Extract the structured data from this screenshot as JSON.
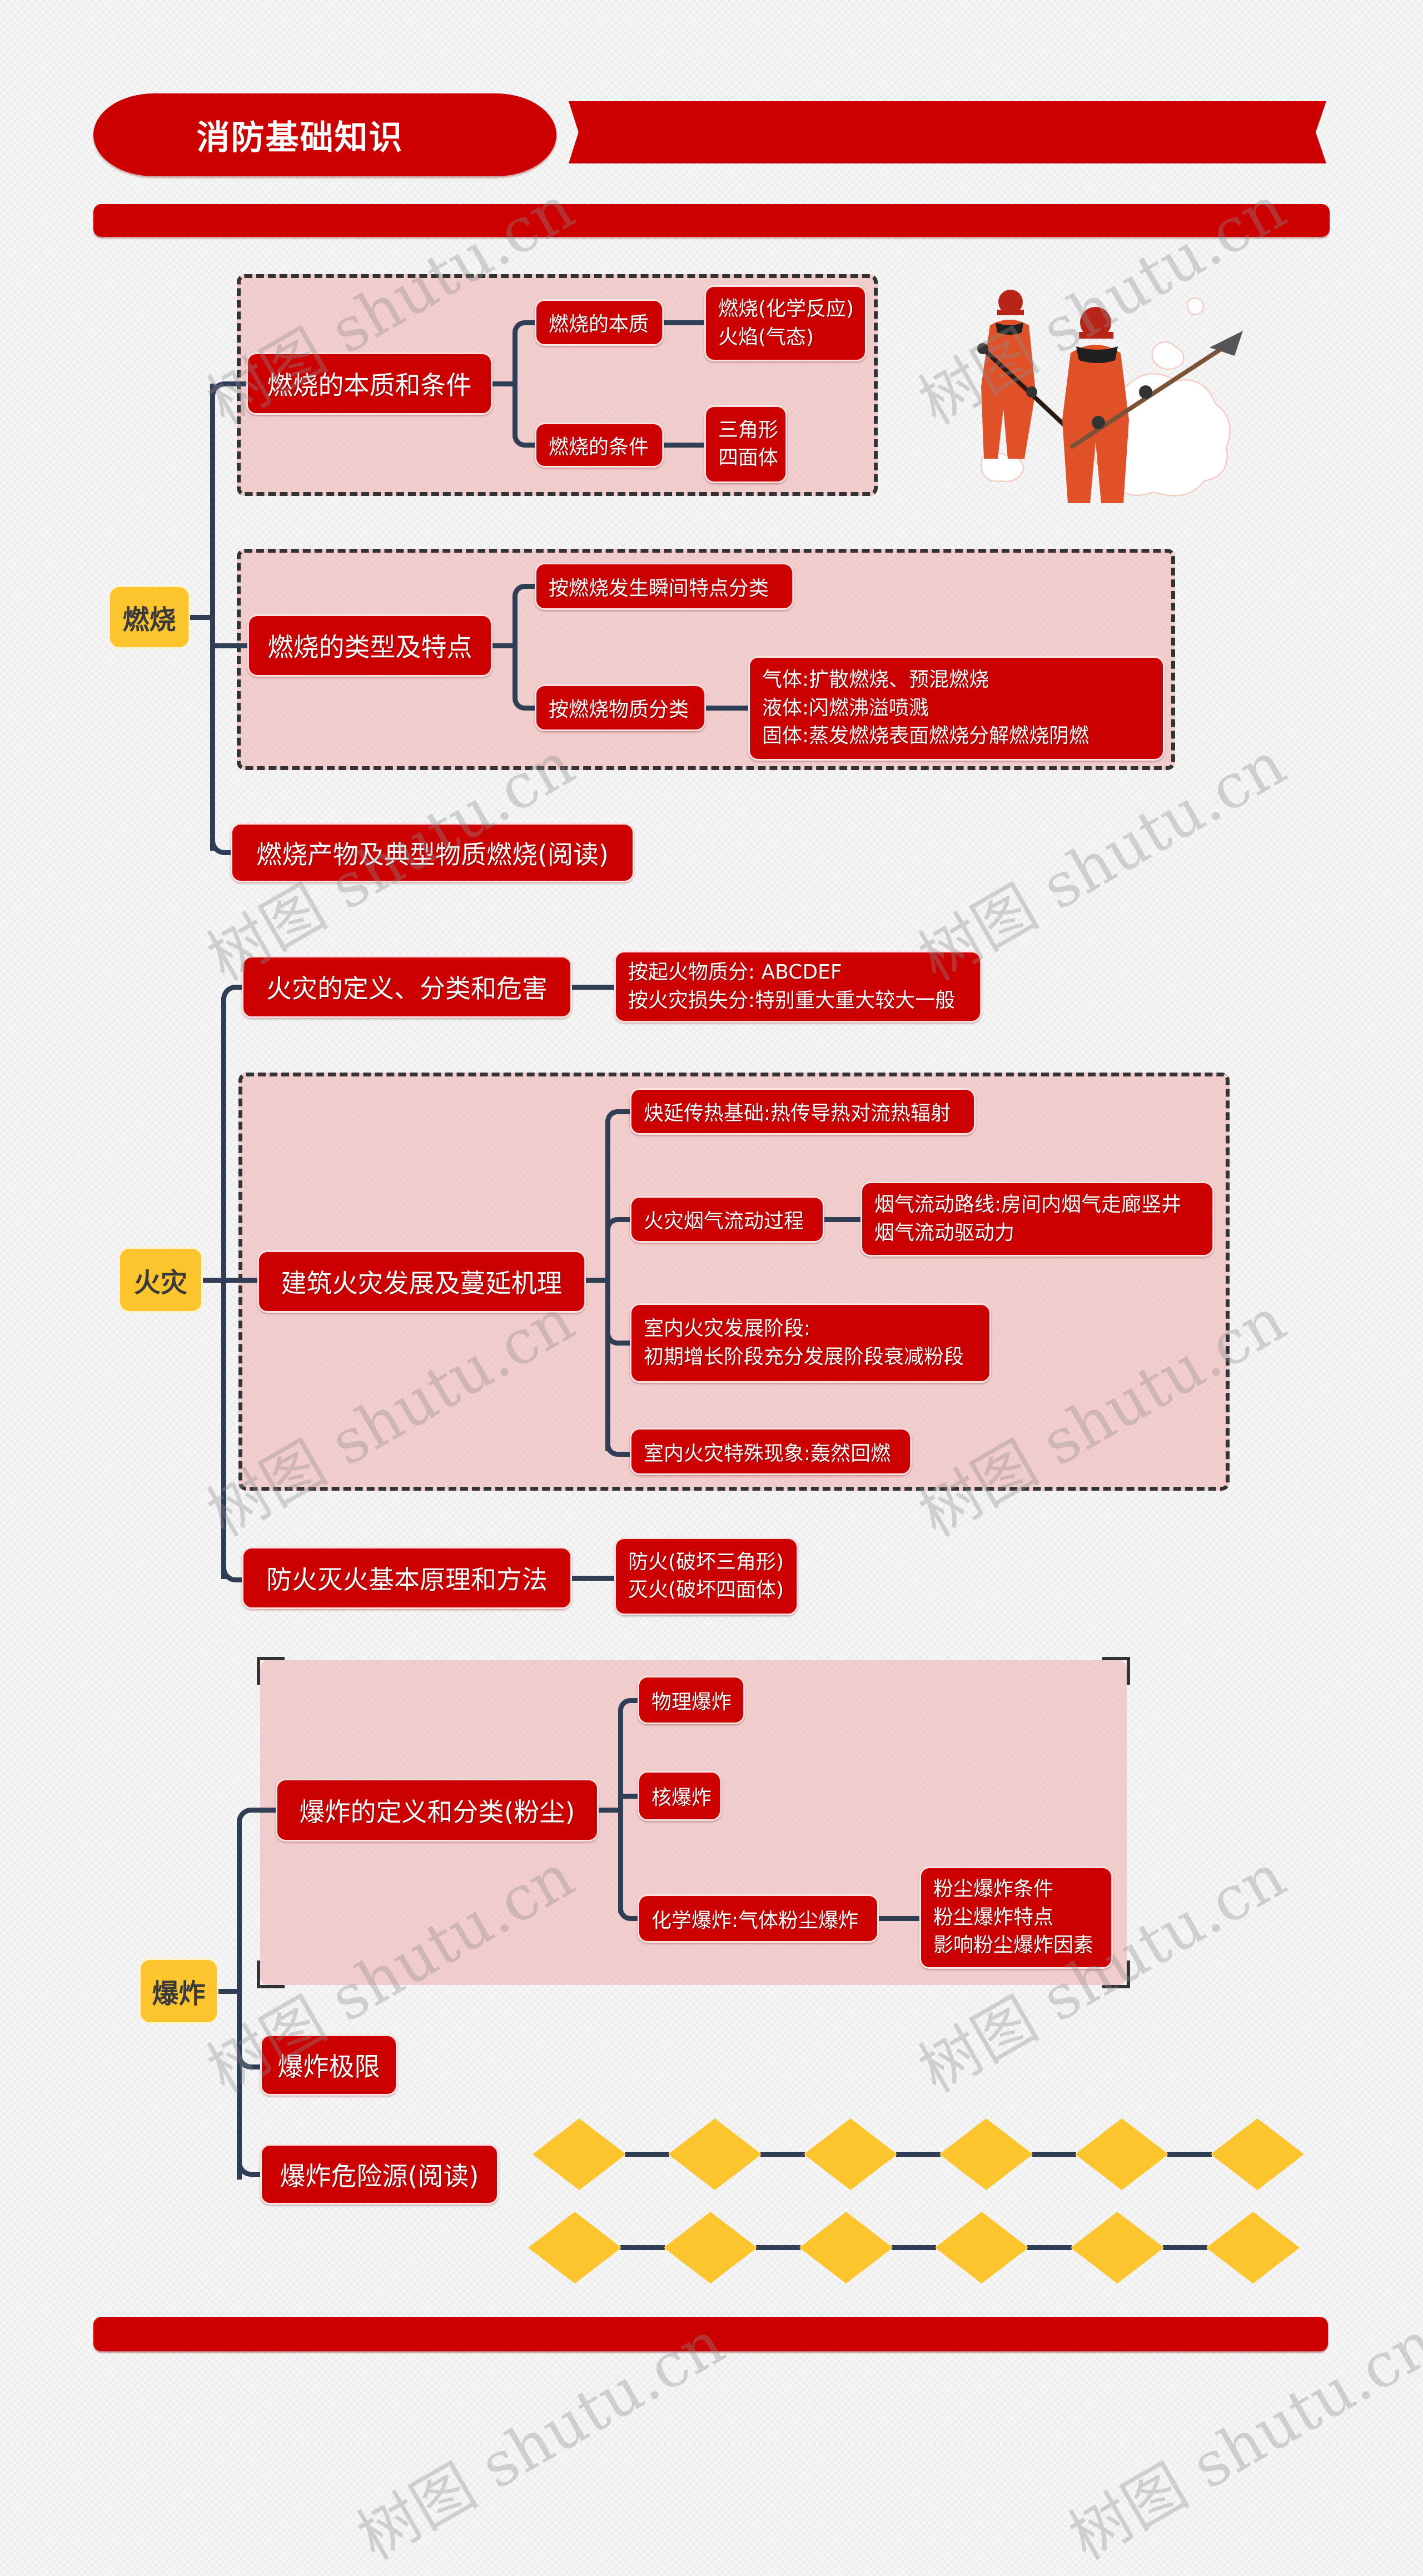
{
  "header": {
    "title": "消防基础知识"
  },
  "colors": {
    "primary_red": "#cc0000",
    "accent_yellow": "#fcc52e",
    "connector": "#2f3e55",
    "group_pink": "#f0b4b6",
    "root_text": "#3a3a3a"
  },
  "sections": {
    "combustion": {
      "label": "燃烧",
      "nodes": {
        "essence_conditions": {
          "label": "燃烧的本质和条件",
          "essence": {
            "label": "燃烧的本质",
            "detail": [
              "燃烧(化学反应)",
              "火焰(气态)"
            ]
          },
          "conditions": {
            "label": "燃烧的条件",
            "detail": [
              "三角形",
              "四面体"
            ]
          }
        },
        "types": {
          "label": "燃烧的类型及特点",
          "by_instant": {
            "label": "按燃烧发生瞬间特点分类"
          },
          "by_material": {
            "label": "按燃烧物质分类",
            "detail": [
              "气体:扩散燃烧、预混燃烧",
              "液体:闪燃沸溢喷溅",
              "固体:蒸发燃烧表面燃烧分解燃烧阴燃"
            ]
          }
        },
        "products": {
          "label": "燃烧产物及典型物质燃烧(阅读)"
        }
      }
    },
    "fire": {
      "label": "火灾",
      "nodes": {
        "definition": {
          "label": "火灾的定义、分类和危害",
          "detail": [
            "按起火物质分: ABCDEF",
            "按火灾损失分:特别重大重大较大一般"
          ]
        },
        "development": {
          "label": "建筑火灾发展及蔓延机理",
          "heat": {
            "label": "炔延传热基础:热传导热对流热辐射"
          },
          "smoke": {
            "label": "火灾烟气流动过程",
            "detail": [
              "烟气流动路线:房间内烟气走廊竖井",
              "烟气流动驱动力"
            ]
          },
          "stages": {
            "detail": [
              "室内火灾发展阶段:",
              "初期增长阶段充分发展阶段衰减粉段"
            ]
          },
          "phenomena": {
            "label": "室内火灾特殊现象:轰然回燃"
          }
        },
        "prevention": {
          "label": "防火灭火基本原理和方法",
          "detail": [
            "防火(破坏三角形)",
            "灭火(破坏四面体)"
          ]
        }
      }
    },
    "explosion": {
      "label": "爆炸",
      "nodes": {
        "definition": {
          "label": "爆炸的定义和分类(粉尘)",
          "physical": {
            "label": "物理爆炸"
          },
          "nuclear": {
            "label": "核爆炸"
          },
          "chemical": {
            "label": "化学爆炸:气体粉尘爆炸",
            "detail": [
              "粉尘爆炸条件",
              "粉尘爆炸特点",
              "影响粉尘爆炸因素"
            ]
          }
        },
        "limits": {
          "label": "爆炸极限"
        },
        "hazards": {
          "label": "爆炸危险源(阅读)"
        }
      }
    }
  },
  "decorations": {
    "illustration": "firefighters-shoveling-icon",
    "diamond_rows": 2,
    "diamonds_per_row": 6
  },
  "watermark": "树图 shutu.cn"
}
